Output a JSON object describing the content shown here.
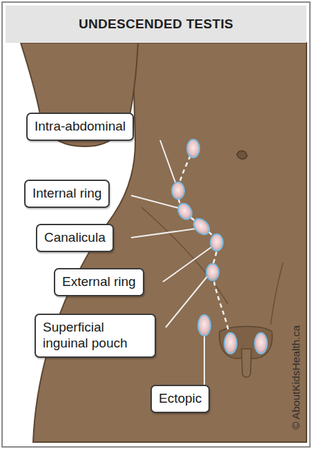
{
  "diagram": {
    "title": "UNDESCENDED TESTIS",
    "nodes": [
      {
        "text": [
          "Intra-abdominal"
        ]
      },
      {
        "text": [
          "Internal ring"
        ]
      },
      {
        "text": [
          "Canalicula"
        ]
      },
      {
        "text": [
          "External ring"
        ]
      },
      {
        "text": [
          "Superficial inguinal pouch"
        ]
      },
      {
        "text": [
          "Ectopic"
        ]
      }
    ],
    "labels": [
      "© AboutKidsHealth.ca"
    ]
  }
}
